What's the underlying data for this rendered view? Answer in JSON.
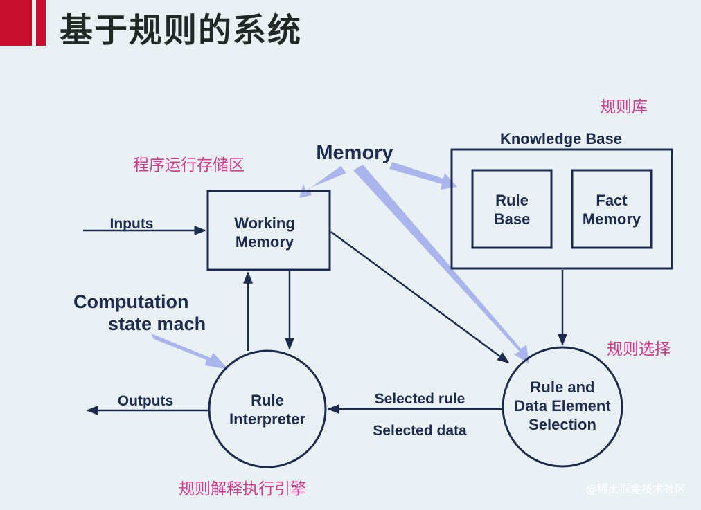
{
  "slide": {
    "title": "基于规则的系统"
  },
  "diagram": {
    "memory_label": "Memory",
    "working_memory": {
      "line1": "Working",
      "line2": "Memory"
    },
    "knowledge_base": {
      "title": "Knowledge Base"
    },
    "rule_base": {
      "line1": "Rule",
      "line2": "Base"
    },
    "fact_memory": {
      "line1": "Fact",
      "line2": "Memory"
    },
    "rule_interpreter": {
      "line1": "Rule",
      "line2": "Interpreter"
    },
    "selection": {
      "line1": "Rule and",
      "line2": "Data Element",
      "line3": "Selection"
    },
    "inputs": "Inputs",
    "outputs": "Outputs",
    "selected_rule": "Selected rule",
    "selected_data": "Selected data",
    "computation_state": {
      "line1": "Computation",
      "line2": "state mach"
    }
  },
  "annotations": {
    "program_memory": "程序运行存储区",
    "rule_library": "规则库",
    "rule_selection": "规则选择",
    "rule_engine": "规则解释执行引擎"
  },
  "watermark": "@稀土掘金技术社区",
  "colors": {
    "accent_red": "#c8102e",
    "diagram_ink": "#1d2b4f",
    "annotation_pink": "#d63a8c",
    "pointer_blue": "#a9b5ec",
    "background": "#eaf1f4"
  }
}
